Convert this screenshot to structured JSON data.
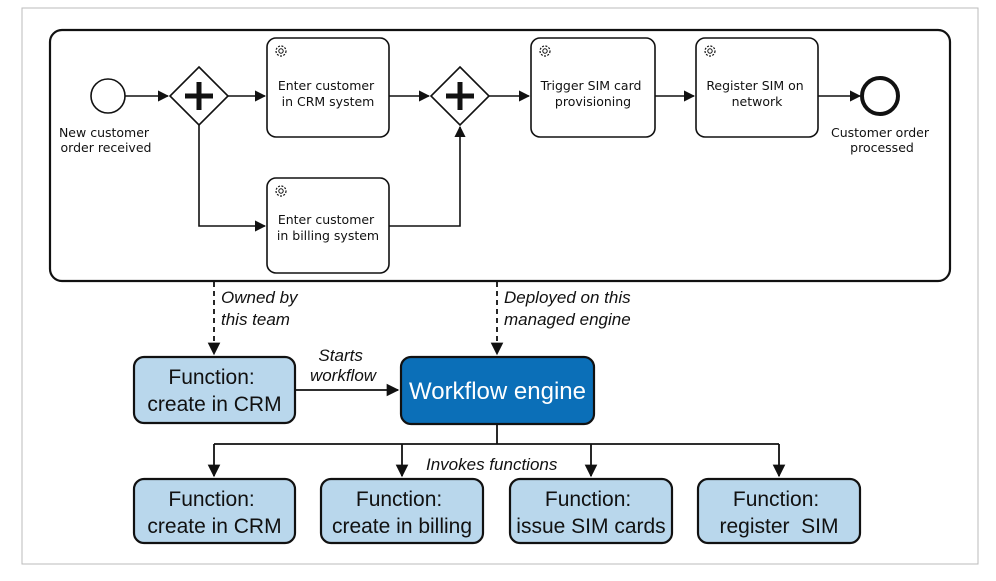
{
  "process": {
    "start_event_label": [
      "New customer",
      "order received"
    ],
    "end_event_label": [
      "Customer order",
      "processed"
    ],
    "tasks": {
      "crm": [
        "Enter customer",
        "in CRM system"
      ],
      "billing": [
        "Enter customer",
        "in billing system"
      ],
      "sim_provisioning": [
        "Trigger SIM card",
        "provisioning"
      ],
      "register_sim": [
        "Register SIM on",
        "network"
      ]
    }
  },
  "annotations": {
    "owned_by": [
      "Owned by",
      "this team"
    ],
    "deployed_on": [
      "Deployed on this",
      "managed engine"
    ],
    "starts_workflow": [
      "Starts",
      "workflow"
    ],
    "invokes_functions": "Invokes functions"
  },
  "functions": {
    "starter": [
      "Function:",
      "create in CRM"
    ],
    "engine": "Workflow engine",
    "invoked": [
      [
        "Function:",
        "create in CRM"
      ],
      [
        "Function:",
        "create in billing"
      ],
      [
        "Function:",
        "issue SIM cards"
      ],
      [
        "Function:",
        "register  SIM"
      ]
    ]
  },
  "colors": {
    "function_fill": "#b9d7ec",
    "engine_fill": "#0b6fb8",
    "stroke": "#111111"
  }
}
